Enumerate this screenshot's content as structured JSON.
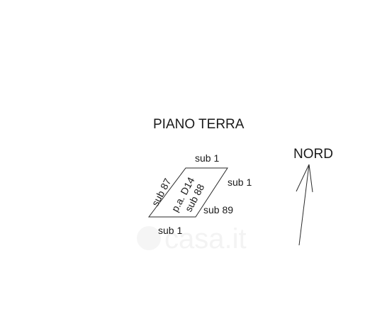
{
  "title": "PIANO TERRA",
  "north_label": "NORD",
  "unit": {
    "line1": "p.a. D14",
    "line2": "sub 88"
  },
  "neighbors": {
    "top": "sub 1",
    "right": "sub 1",
    "left": "sub 87",
    "bottom_right": "sub 89",
    "bottom_left": "sub 1"
  },
  "watermark": "casa.it",
  "colors": {
    "ink": "#1a1a1a",
    "watermark": "#e6e6e6"
  }
}
